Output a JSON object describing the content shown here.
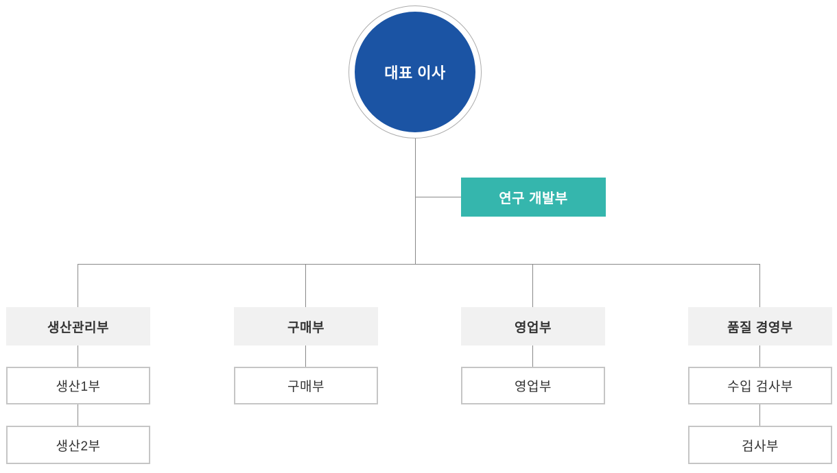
{
  "diagram": {
    "type": "organization-chart",
    "root": {
      "label": "대표 이사"
    },
    "staff_unit": {
      "label": "연구 개발부"
    },
    "departments": [
      {
        "header": "생산관리부",
        "children": [
          "생산1부",
          "생산2부"
        ]
      },
      {
        "header": "구매부",
        "children": [
          "구매부"
        ]
      },
      {
        "header": "영업부",
        "children": [
          "영업부"
        ]
      },
      {
        "header": "품질 경영부",
        "children": [
          "수입 검사부",
          "검사부"
        ]
      }
    ],
    "colors": {
      "root_fill": "#1B54A4",
      "root_ring": "#ABABAB",
      "staff_fill": "#35B6AD",
      "header_fill": "#F1F1F1",
      "child_border": "#C5C5C5",
      "connector_line": "#888888",
      "text_dark": "#333333",
      "text_light": "#FFFFFF"
    }
  }
}
